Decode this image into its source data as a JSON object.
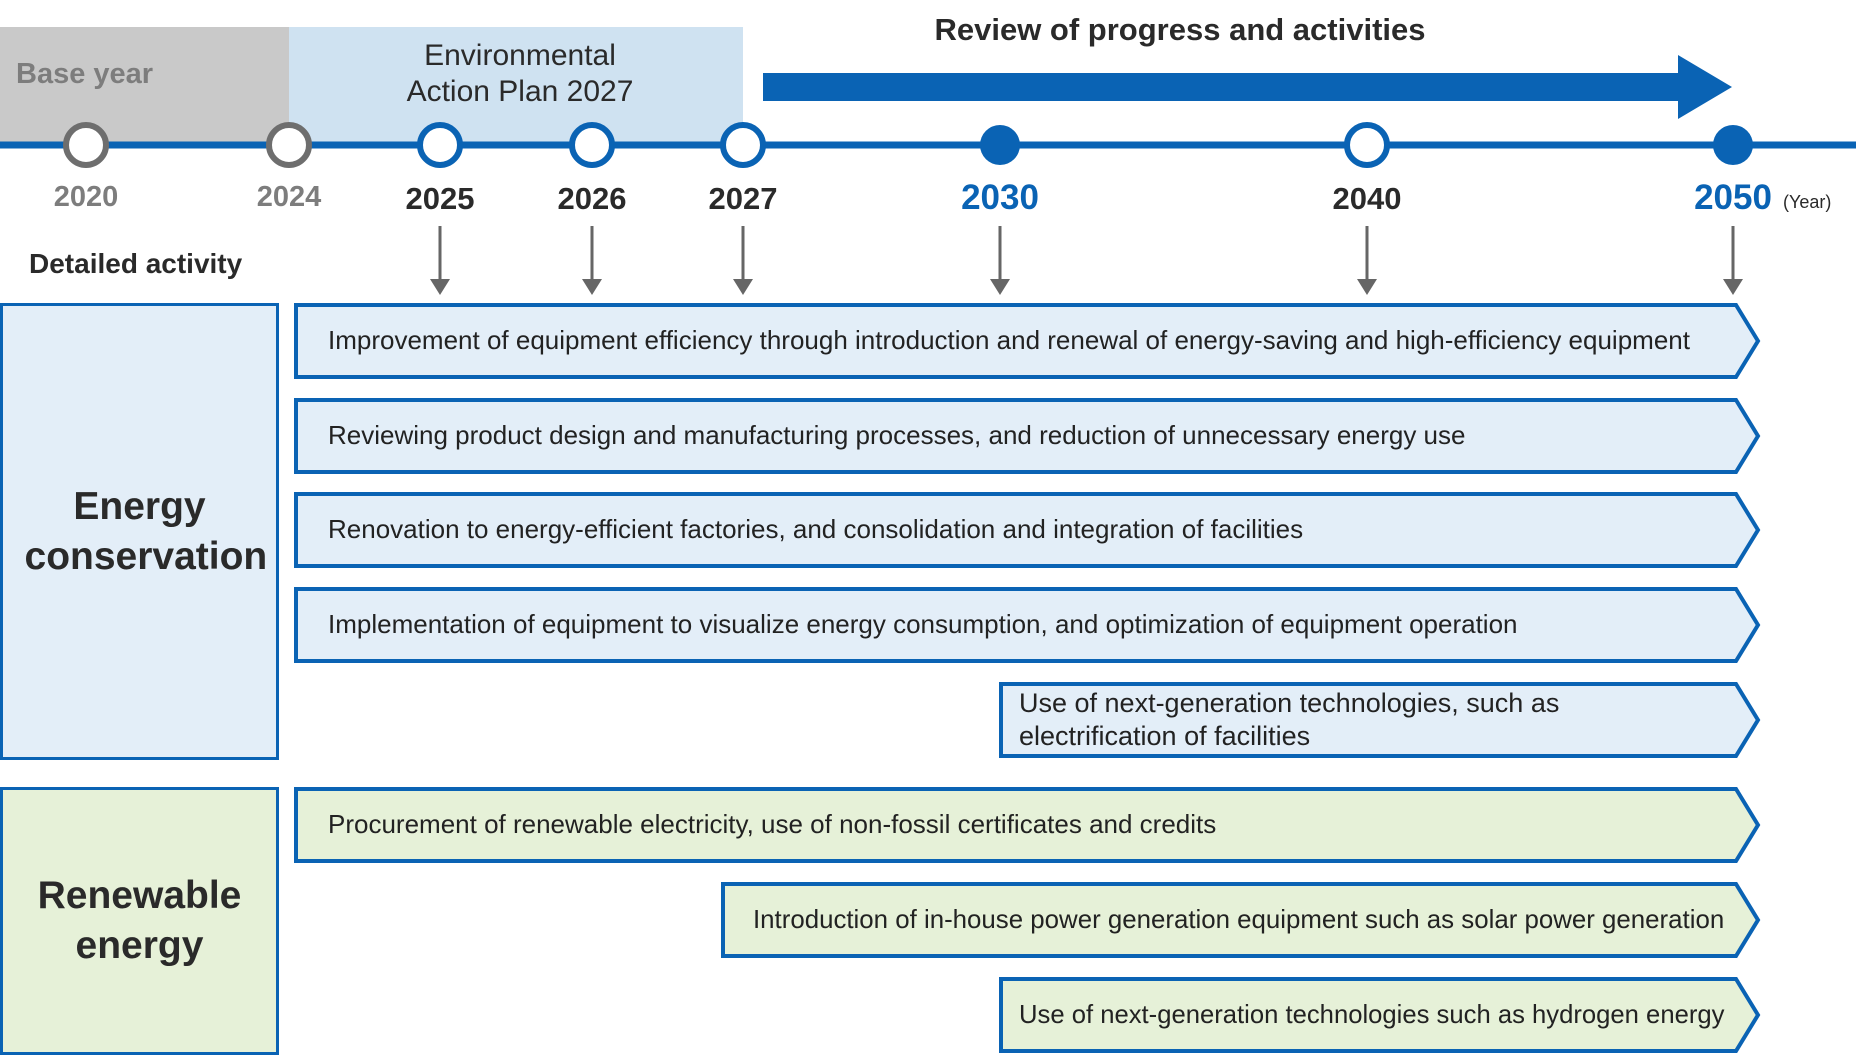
{
  "timeline": {
    "base_year_label": "Base year",
    "plan_label_line1": "Environmental",
    "plan_label_line2": "Action Plan 2027",
    "review_label": "Review of progress and activities",
    "year_unit": "(Year)",
    "years": [
      {
        "label": "2020",
        "style": "grey",
        "marker": "open-grey"
      },
      {
        "label": "2024",
        "style": "grey",
        "marker": "open-grey"
      },
      {
        "label": "2025",
        "style": "dark",
        "marker": "open-blue"
      },
      {
        "label": "2026",
        "style": "dark",
        "marker": "open-blue"
      },
      {
        "label": "2027",
        "style": "dark",
        "marker": "open-blue"
      },
      {
        "label": "2030",
        "style": "blue",
        "marker": "filled-blue"
      },
      {
        "label": "2040",
        "style": "dark",
        "marker": "open-blue"
      },
      {
        "label": "2050",
        "style": "blue",
        "marker": "filled-blue"
      }
    ]
  },
  "detail_label": "Detailed activity",
  "categories": {
    "energy_conservation": "Energy conservation",
    "renewable_energy": "Renewable energy"
  },
  "activities": [
    {
      "category": "energy_conservation",
      "from": "2024",
      "text": "Improvement of equipment efficiency through introduction and renewal of energy-saving and high-efficiency equipment"
    },
    {
      "category": "energy_conservation",
      "from": "2024",
      "text": "Reviewing product design and manufacturing processes, and reduction of unnecessary energy use"
    },
    {
      "category": "energy_conservation",
      "from": "2024",
      "text": "Renovation to energy-efficient factories, and consolidation and integration of facilities"
    },
    {
      "category": "energy_conservation",
      "from": "2024",
      "text": "Implementation of equipment to visualize energy consumption, and optimization of equipment operation"
    },
    {
      "category": "energy_conservation",
      "from": "2030",
      "text": "Use of next-generation technologies, such as electrification of facilities"
    },
    {
      "category": "renewable_energy",
      "from": "2024",
      "text": "Procurement of renewable electricity, use of non-fossil certificates and credits"
    },
    {
      "category": "renewable_energy",
      "from": "2027",
      "text": "Introduction of in-house power generation equipment such as solar power generation"
    },
    {
      "category": "renewable_energy",
      "from": "2030",
      "text": "Use of next-generation technologies such as hydrogen energy"
    }
  ],
  "colors": {
    "primary_blue": "#0a63b4",
    "grey_marker": "#6e6e6e",
    "energy_fill": "#e3eef8",
    "renewable_fill": "#e6f1d8",
    "base_band": "#c9c9c9",
    "plan_band": "#cfe2f1",
    "arrow_grey": "#666666"
  }
}
